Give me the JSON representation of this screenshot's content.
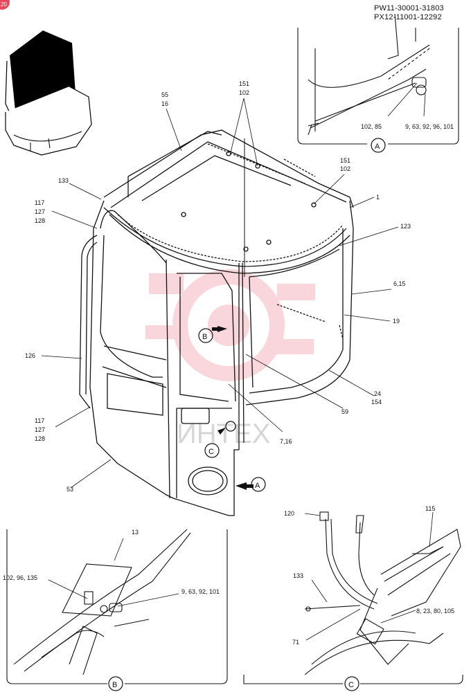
{
  "header": {
    "serial_1": "PW11-30001-31803",
    "serial_2": "PX12-11001-12292"
  },
  "badge": "20",
  "watermark_text": "ИНТЕХ",
  "labels": {
    "l55": "55",
    "l16a": "16",
    "l151a": "151",
    "l102a": "102",
    "l151b": "151",
    "l102b": "102",
    "l1": "1",
    "l133": "133",
    "l117a": "117",
    "l127a": "127",
    "l128a": "128",
    "l123": "123",
    "l615": "6,15",
    "l19": "19",
    "l126": "126",
    "l24": "24",
    "l154": "154",
    "l59": "59",
    "l117b": "117",
    "l127b": "127",
    "l128b": "128",
    "l716": "7,16",
    "l53": "53",
    "a_left": "102, 85",
    "a_right": "9, 63, 92, 96, 101",
    "b_13": "13",
    "b_left": "102, 96, 135",
    "b_right": "9, 63, 92, 101",
    "c_120": "120",
    "c_115": "115",
    "c_133": "133",
    "c_8": "8, 23, 80, 105",
    "c_71": "71"
  },
  "callouts": {
    "a": "A",
    "b": "B",
    "c": "C",
    "a_main": "A",
    "b_main": "B",
    "c_main": "C"
  },
  "colors": {
    "line": "#111111",
    "watermark": "#e84a5f"
  }
}
